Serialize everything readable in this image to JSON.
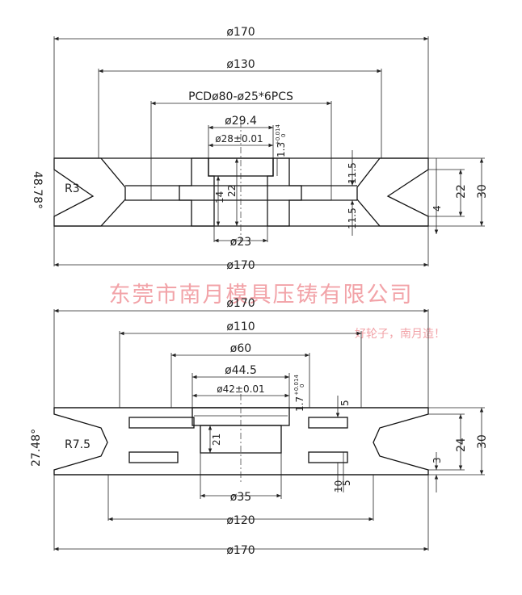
{
  "top_view": {
    "dim_outer": "ø170",
    "dim_130": "ø130",
    "dim_pcd": "PCDø80-ø25*6PCS",
    "dim_294": "ø29.4",
    "dim_bore": "ø28±0.01",
    "dim_13": "1.3",
    "tol_upper": "+0.014",
    "tol_lower": "0",
    "dim_115_top": "11.5",
    "dim_115_bottom": "11.5",
    "dim_14": "14",
    "dim_22_inner": "22",
    "dim_22_right": "22",
    "dim_30": "30",
    "dim_4": "4",
    "dim_r3": "R3",
    "dim_angle": "48.78°",
    "dim_23": "ø23",
    "dim_outer_bottom": "ø170"
  },
  "watermark": {
    "company": "东莞市南月模具压铸有限公司",
    "slogan": "好轮子，南月造！"
  },
  "bottom_view": {
    "dim_outer": "ø170",
    "dim_110": "ø110",
    "dim_60": "ø60",
    "dim_445": "ø44.5",
    "dim_bore": "ø42±0.01",
    "dim_17": "1.7",
    "tol_upper": "+0.014",
    "tol_lower": "0",
    "dim_5_top": "5",
    "dim_21": "21",
    "dim_24": "24",
    "dim_30": "30",
    "dim_3": "3",
    "dim_10": "10",
    "dim_5_bottom": "5",
    "dim_r75": "R7.5",
    "dim_angle": "27.48°",
    "dim_35": "ø35",
    "dim_120": "ø120",
    "dim_outer_bottom": "ø170"
  }
}
